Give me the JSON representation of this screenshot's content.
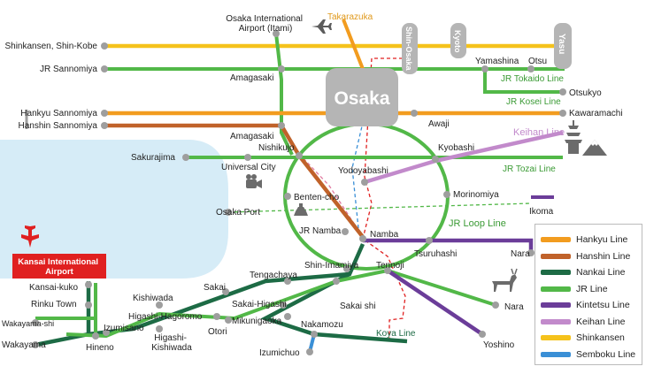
{
  "colors": {
    "hankyu": "#f29c1f",
    "hanshin": "#c0622a",
    "nankai": "#1d6b45",
    "jr": "#52b848",
    "kintetsu": "#6b3d99",
    "keihan": "#c28acb",
    "shinkansen": "#f5c21b",
    "semboku": "#3a8fd6",
    "sea": "#d6ecf7",
    "hub": "#b5b5b5",
    "airport_red": "#e02020"
  },
  "hubs": {
    "osaka": "Osaka",
    "shin_osaka": "Shin-Osaka",
    "kyoto": "Kyoto",
    "yasu": "Yasu"
  },
  "stations": {
    "takarazuka": "Takarazuka",
    "itami": "Osaka International\nAirport (Itami)",
    "shinkansen_shin_kobe": "Shinkansen, Shin-Kobe",
    "jr_sannomiya": "JR Sannomiya",
    "amagasaki_jr": "Amagasaki",
    "yamashina": "Yamashina",
    "otsu": "Otsu",
    "otsukyo": "Otsukyo",
    "hankyu_sannomiya": "Hankyu Sannomiya",
    "hanshin_sannomiya": "Hanshin Sannomiya",
    "awaji": "Awaji",
    "kawaramachi": "Kawaramachi",
    "amagasaki_hanshin": "Amagasaki",
    "nishikujo": "Nishikujo",
    "sakurajima": "Sakurajima",
    "universal_city": "Universal City",
    "kyobashi": "Kyobashi",
    "yodoyabashi": "Yodoyabashi",
    "benten_cho": "Benten-cho",
    "osaka_port": "Osaka Port",
    "morinomiya": "Morinomiya",
    "ikoma": "Ikoma",
    "jr_namba": "JR Namba",
    "namba": "Namba",
    "tsuruhashi": "Tsuruhashi",
    "nara_kintetsu": "Nara",
    "shin_imamiya": "Shin-Imamiya",
    "tennoji": "Tennoji",
    "tengachaya": "Tengachaya",
    "kansai_kuko": "Kansai-kuko",
    "rinku_town": "Rinku Town",
    "kishiwada": "Kishiwada",
    "sakai": "Sakai",
    "sakai_higashi": "Sakai-Higashi",
    "sakai_shi": "Sakai shi",
    "wakayama_shi": "Wakayama-shi",
    "izumisano": "Izumisano",
    "higashi_hagoromo": "Higashi-Hagoromo",
    "mikunigaoka": "Mikunigaoka",
    "nara_jr": "Nara",
    "wakayama": "Wakayama",
    "hineno": "Hineno",
    "higashi_kishiwada": "Higashi-\nKishiwada",
    "otori": "Otori",
    "nakamozu": "Nakamozu",
    "izumichuo": "Izumichuo",
    "yoshino": "Yoshino"
  },
  "airport": "Kansai International\nAirport",
  "line_labels": {
    "jr_tokaido": "JR Tokaido Line",
    "jr_kosei": "JR Kosei Line",
    "keihan": "Keihan Line",
    "jr_tozai": "JR Tozai Line",
    "jr_loop": "JR Loop Line",
    "koya": "Koya Line"
  },
  "legend": [
    {
      "label": "Hankyu Line",
      "color": "#f29c1f"
    },
    {
      "label": "Hanshin Line",
      "color": "#c0622a"
    },
    {
      "label": "Nankai Line",
      "color": "#1d6b45"
    },
    {
      "label": "JR Line",
      "color": "#52b848"
    },
    {
      "label": "Kintetsu Line",
      "color": "#6b3d99"
    },
    {
      "label": "Keihan Line",
      "color": "#c28acb"
    },
    {
      "label": "Shinkansen",
      "color": "#f5c21b"
    },
    {
      "label": "Semboku Line",
      "color": "#3a8fd6"
    }
  ]
}
